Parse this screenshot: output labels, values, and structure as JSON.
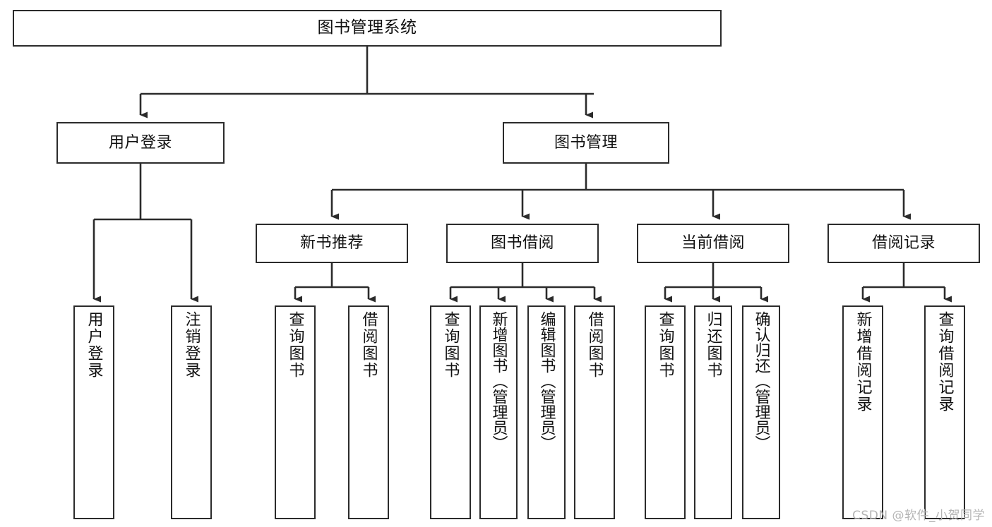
{
  "diagram": {
    "title": "图书管理系统",
    "type": "tree-hierarchy-diagram",
    "stroke_color": "#2b2b2b",
    "background_color": "#ffffff",
    "nodes": {
      "root": {
        "label": "图书管理系统"
      },
      "level2": [
        {
          "label": "用户登录"
        },
        {
          "label": "图书管理"
        }
      ],
      "level3": [
        {
          "label": "新书推荐"
        },
        {
          "label": "图书借阅"
        },
        {
          "label": "当前借阅"
        },
        {
          "label": "借阅记录"
        }
      ],
      "leaves": {
        "user_login": [
          {
            "label": "用户登录"
          },
          {
            "label": "注销登录"
          }
        ],
        "new_book_recommend": [
          {
            "label": "查询图书"
          },
          {
            "label": "借阅图书"
          }
        ],
        "book_borrow": [
          {
            "label": "查询图书"
          },
          {
            "label": "新增图书（管理员）"
          },
          {
            "label": "编辑图书（管理员）"
          },
          {
            "label": "借阅图书"
          }
        ],
        "current_borrow": [
          {
            "label": "查询图书"
          },
          {
            "label": "归还图书"
          },
          {
            "label": "确认归还（管理员）"
          }
        ],
        "borrow_record": [
          {
            "label": "新增借阅记录"
          },
          {
            "label": "查询借阅记录"
          }
        ]
      }
    }
  },
  "watermark": {
    "text": "CSDN @软件_小贺同学"
  }
}
